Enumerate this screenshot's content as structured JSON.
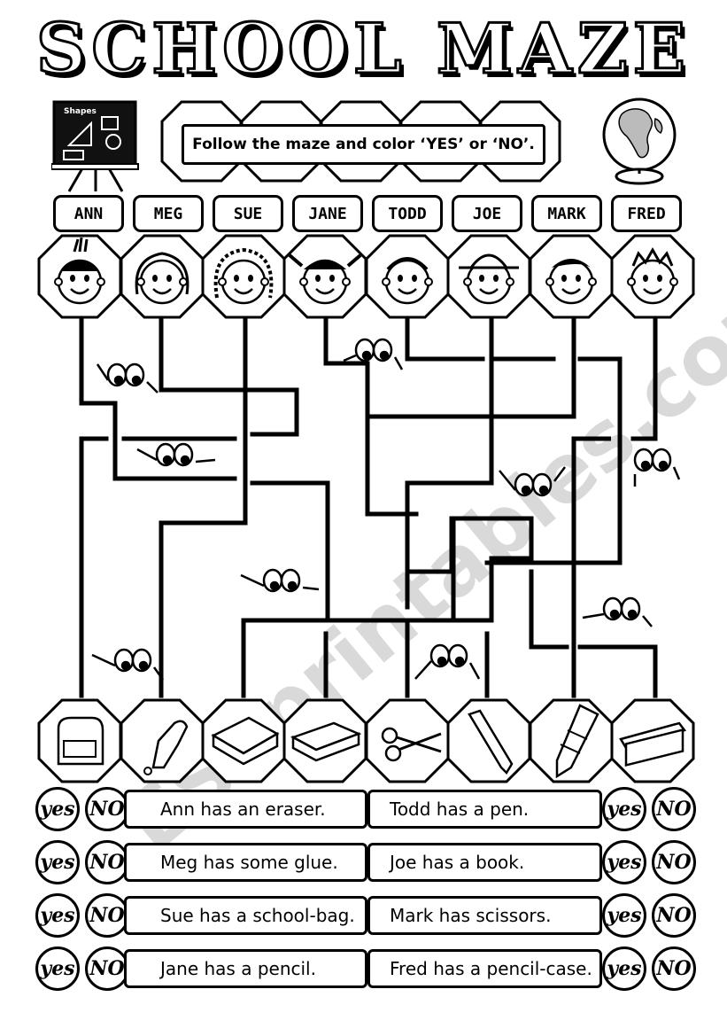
{
  "title": "SCHOOL MAZE",
  "instruction": "Follow the maze and color ‘YES’ or ‘NO’.",
  "blackboard_label": "Shapes",
  "names": [
    "ANN",
    "MEG",
    "SUE",
    "JANE",
    "TODD",
    "JOE",
    "MARK",
    "FRED"
  ],
  "objects": [
    "school-bag",
    "glue",
    "book",
    "eraser",
    "scissors",
    "pen",
    "pencil",
    "pencil-case"
  ],
  "answer_labels": {
    "yes": "yes",
    "no": "NO"
  },
  "sentences_left": [
    "Ann has an eraser.",
    "Meg has some glue.",
    "Sue has a school-bag.",
    "Jane has a pencil."
  ],
  "sentences_right": [
    "Todd has a pen.",
    "Joe has a book.",
    "Mark has scissors.",
    "Fred has a pencil-case."
  ],
  "watermark": "ESLprintables.com"
}
